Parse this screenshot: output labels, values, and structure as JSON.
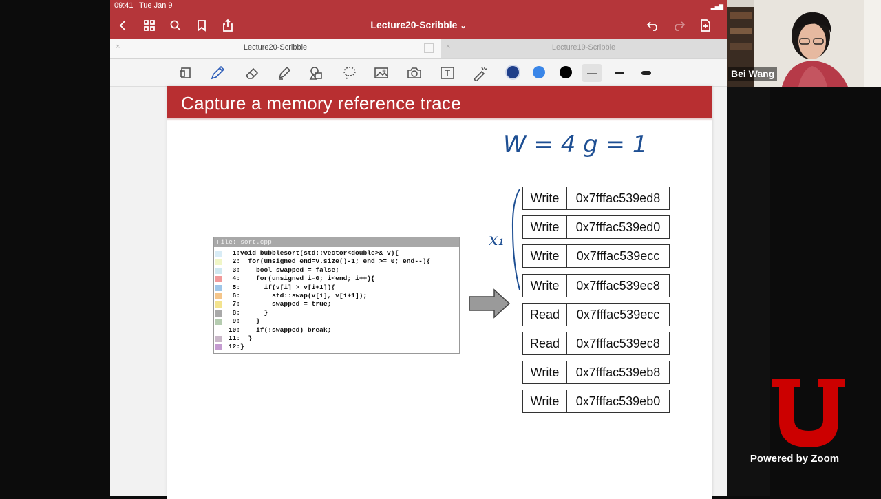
{
  "status_bar": {
    "time": "09:41",
    "date": "Tue Jan 9"
  },
  "nav": {
    "document_title": "Lecture20-Scribble",
    "title_chevron": "⌄"
  },
  "tabs": [
    {
      "label": "Lecture20-Scribble",
      "close": "×"
    },
    {
      "label": "Lecture19-Scribble",
      "close": "×"
    }
  ],
  "toolbar": {
    "tools": [
      "page-select-icon",
      "pen-icon",
      "eraser-icon",
      "highlighter-icon",
      "shapes-icon",
      "lasso-icon",
      "image-icon",
      "camera-icon",
      "text-icon",
      "laser-pointer-icon"
    ],
    "colors": [
      "#1f3f8a",
      "#3a86e8",
      "#000000"
    ]
  },
  "slide": {
    "title": "Capture a memory reference trace",
    "code": {
      "file_label": "File: sort.cpp",
      "lines": [
        {
          "num": "1:",
          "text": "void bubblesort(std::vector<double>& v){",
          "mark": "#d8ecf6"
        },
        {
          "num": "2:",
          "text": "  for(unsigned end=v.size()-1; end >= 0; end--){",
          "mark": "#f0f6c6"
        },
        {
          "num": "3:",
          "text": "    bool swapped = false;",
          "mark": "#cfe8f0"
        },
        {
          "num": "4:",
          "text": "    for(unsigned i=0; i<end; i++){",
          "mark": "#f19a9a"
        },
        {
          "num": "5:",
          "text": "      if(v[i] > v[i+1]){",
          "mark": "#9fc6e8"
        },
        {
          "num": "6:",
          "text": "        std::swap(v[i], v[i+1]);",
          "mark": "#f4c58a"
        },
        {
          "num": "7:",
          "text": "        swapped = true;",
          "mark": "#f3e38e"
        },
        {
          "num": "8:",
          "text": "      }",
          "mark": "#a9a9a9"
        },
        {
          "num": "9:",
          "text": "    }",
          "mark": "#b5ccb0"
        },
        {
          "num": "10:",
          "text": "    if(!swapped) break;",
          "mark": "#ffffff"
        },
        {
          "num": "11:",
          "text": "  }",
          "mark": "#c9b7c9"
        },
        {
          "num": "12:",
          "text": "}",
          "mark": "#c49bd0"
        }
      ]
    },
    "trace": [
      {
        "op": "Write",
        "addr": "0x7fffac539ed8"
      },
      {
        "op": "Write",
        "addr": "0x7fffac539ed0"
      },
      {
        "op": "Write",
        "addr": "0x7fffac539ecc"
      },
      {
        "op": "Write",
        "addr": "0x7fffac539ec8"
      },
      {
        "op": "Read",
        "addr": "0x7fffac539ecc"
      },
      {
        "op": "Read",
        "addr": "0x7fffac539ec8"
      },
      {
        "op": "Write",
        "addr": "0x7fffac539eb8"
      },
      {
        "op": "Write",
        "addr": "0x7fffac539eb0"
      }
    ],
    "handwriting": {
      "equation": "W = 4   g = 1",
      "label": "x₁"
    }
  },
  "zoom": {
    "participant_name": "Bei Wang",
    "powered_by": "Powered by Zoom",
    "logo_color": "#cc0000"
  }
}
